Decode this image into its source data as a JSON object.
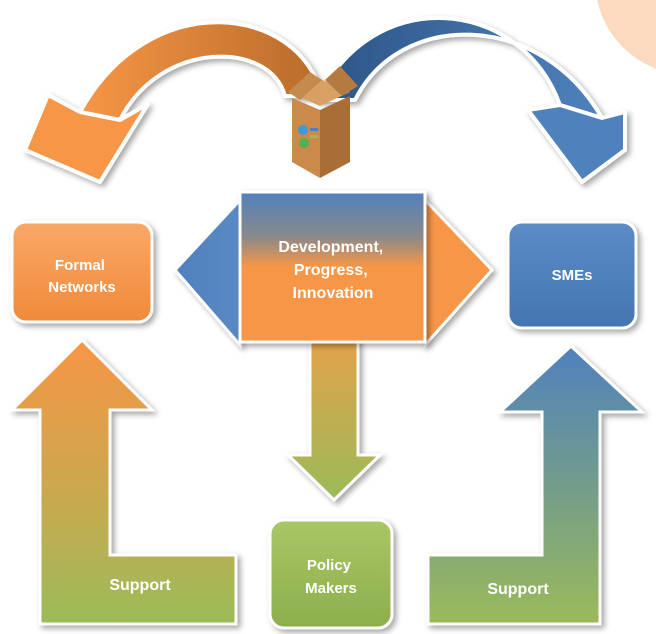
{
  "nodes": {
    "formal_networks": {
      "line1": "Formal",
      "line2": "Networks",
      "color": "#F79646"
    },
    "smes": {
      "label": "SMEs",
      "color": "#4F81BD"
    },
    "center": {
      "line1": "Development,",
      "line2": "Progress,",
      "line3": "Innovation"
    },
    "policy_makers": {
      "line1": "Policy",
      "line2": "Makers",
      "color": "#9BBB59"
    }
  },
  "arrows": {
    "left_support": "Support",
    "right_support": "Support"
  },
  "box": {
    "icon": "cardboard-box-icon"
  },
  "colors": {
    "orange": "#F79646",
    "blue": "#4F81BD",
    "green": "#9BBB59"
  }
}
